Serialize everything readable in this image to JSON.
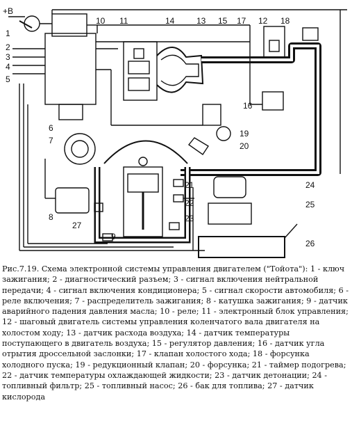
{
  "diagram": {
    "power_label": "+B",
    "callouts": [
      "1",
      "2",
      "3",
      "4",
      "5",
      "6",
      "7",
      "8",
      "9",
      "10",
      "11",
      "12",
      "13",
      "14",
      "15",
      "16",
      "17",
      "18",
      "19",
      "20",
      "21",
      "22",
      "23",
      "24",
      "25",
      "26",
      "27"
    ]
  },
  "caption": {
    "title": "Рис.7.19. Схема электронной системы управления двигателем (\"Тойота\"):",
    "items": [
      "1 - ключ зажигания;",
      "2 - диагностический разъем;",
      "3 - сигнал включения нейтральной передачи;",
      "4 - сигнал включения кондиционера;",
      "5 - сигнал скорости автомобиля;",
      "6 - реле включения;",
      "7 - распределитель зажигания;",
      "8 - катушка зажигания;",
      "9 - датчик аварийного падения давления масла;",
      "10 - реле;",
      "11 - электронный блок управления;",
      "12 - шаговый двигатель системы управления коленчатого вала двигателя на холостом ходу;",
      "13 - датчик расхода воздуха;",
      "14 - датчик температуры поступающего в двигатель воздуха;",
      "15 - регулятор давления;",
      "16 - датчик угла отрытия дроссельной заслонки;",
      "17 - клапан холостого хода;",
      "18 - форсунка холодного пуска;",
      "19 - редукционный клапан;",
      "20 - форсунка;",
      "21 - таймер подогрева;",
      "22 - датчик температуры охлаждающей жидкости;",
      "23 - датчик детонации;",
      "24 - топливный фильтр;",
      "25 - топливный насос;",
      "26 - бак для топлива;",
      "27 - датчик кислорода"
    ]
  }
}
